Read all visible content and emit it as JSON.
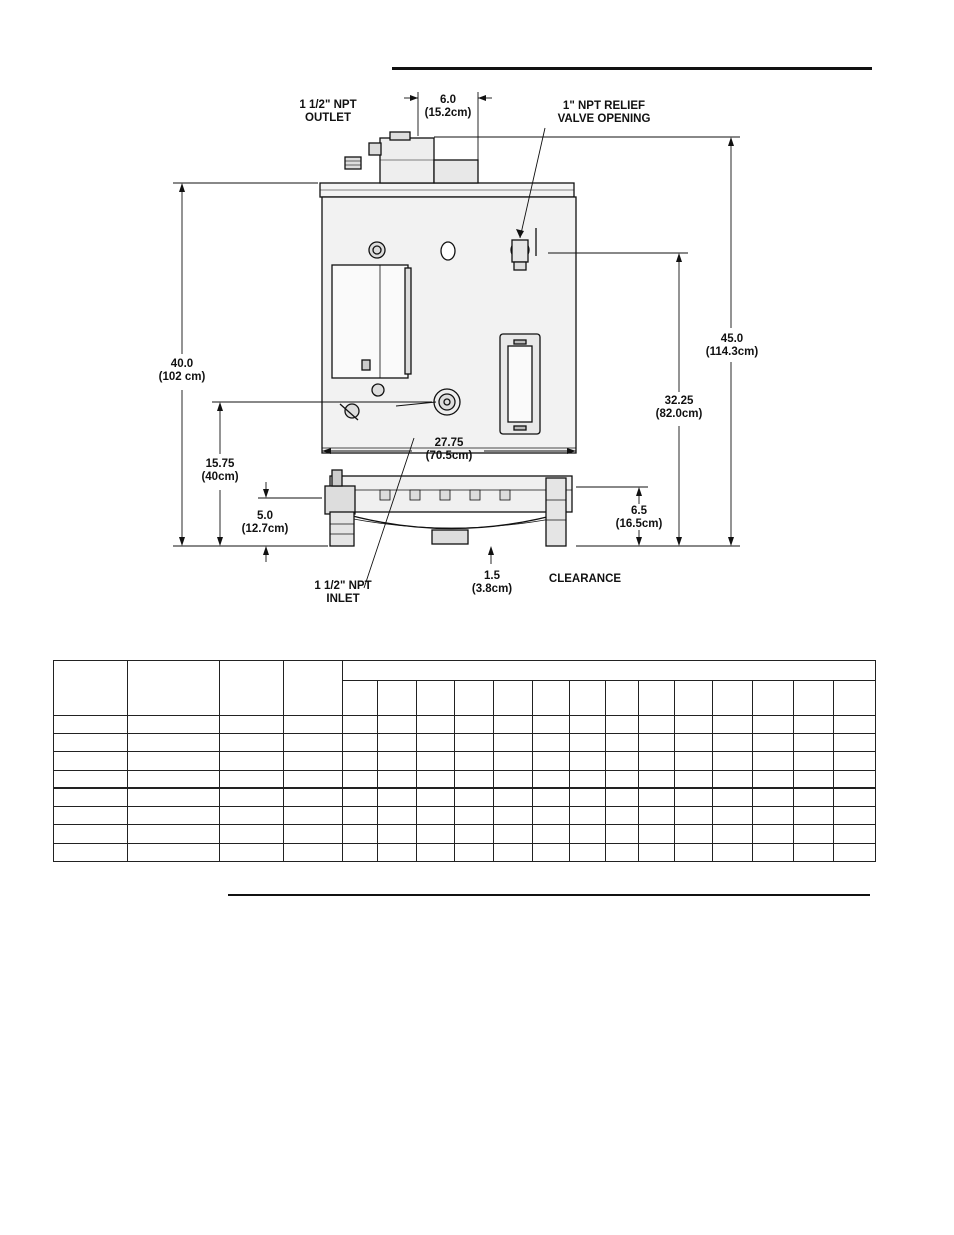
{
  "labels": {
    "outlet": [
      "1 1/2\" NPT",
      "OUTLET"
    ],
    "top_offset": [
      "6.0",
      "(15.2cm)"
    ],
    "relief_valve": [
      "1\" NPT RELIEF",
      "VALVE OPENING"
    ],
    "height_body": [
      "40.0",
      "(102 cm)"
    ],
    "height_total": [
      "45.0",
      "(114.3cm)"
    ],
    "relief_height": [
      "32.25",
      "(82.0cm)"
    ],
    "inlet_height": [
      "15.75",
      "(40cm)"
    ],
    "width": [
      "27.75",
      "(70.5cm)"
    ],
    "gas_height": [
      "5.0",
      "(12.7cm)"
    ],
    "leg_height": [
      "6.5",
      "(16.5cm)"
    ],
    "clearance_value": [
      "1.5",
      "(3.8cm)"
    ],
    "clearance": "CLEARANCE",
    "inlet": [
      "1 1/2\" NPT",
      "INLET"
    ]
  },
  "table": {
    "rows": 10,
    "fixed_columns": 4,
    "grouped_columns": 14,
    "cells_text": "empty"
  },
  "colors": {
    "line": "#111111",
    "panel": "#f2f2f2",
    "background": "#ffffff"
  }
}
